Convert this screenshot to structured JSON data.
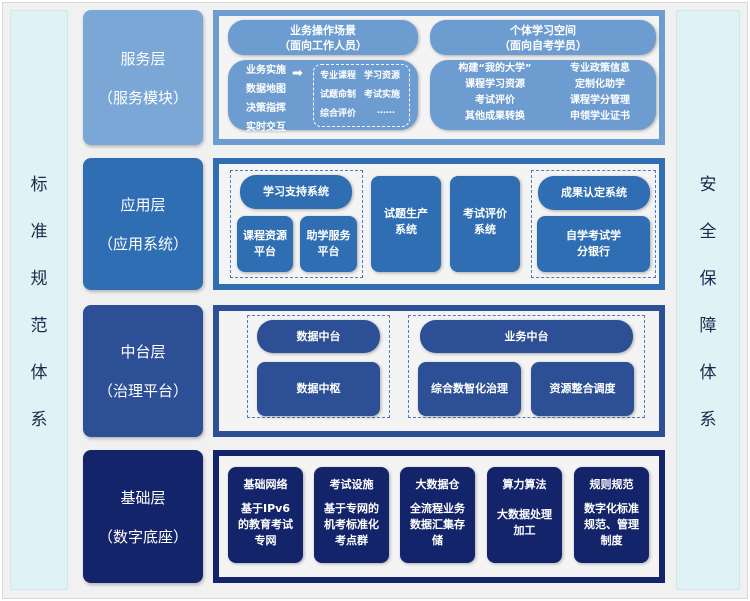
{
  "left_bar": {
    "chars": [
      "标",
      "准",
      "规",
      "范",
      "体",
      "系"
    ]
  },
  "right_bar": {
    "chars": [
      "安",
      "全",
      "保",
      "障",
      "体",
      "系"
    ]
  },
  "layers": [
    {
      "name": "服务层",
      "sub": "（服务模块）"
    },
    {
      "name": "应用层",
      "sub": "（应用系统）"
    },
    {
      "name": "中台层",
      "sub": "（治理平台）"
    },
    {
      "name": "基础层",
      "sub": "（数字底座）"
    }
  ],
  "service": {
    "ops_title": "业务操作场景",
    "ops_sub": "（面向工作人员）",
    "personal_title": "个体学习空间",
    "personal_sub": "（面向自考学员）",
    "ops_list": [
      "业务实施",
      "数据地图",
      "决策指挥",
      "实时交互"
    ],
    "ops_modules": [
      "专业课程",
      "学习资源",
      "试题命制",
      "考试实施",
      "综合评价",
      "……"
    ],
    "personal_items": [
      "构建“我的大学”",
      "专业政策信息",
      "课程学习资源",
      "定制化助学",
      "考试评价",
      "课程学分管理",
      "其他成果转换",
      "申领学业证书"
    ]
  },
  "application": {
    "learning_support": "学习支持系统",
    "course_platform": "课程资源平台",
    "assist_platform": "助学服务平台",
    "question_system": "试题生产系统",
    "exam_eval_system": "考试评价系统",
    "achievement_system": "成果认定系统",
    "credit_bank": "自学考试学分银行"
  },
  "middle": {
    "data_platform": "数据中台",
    "data_hub": "数据中枢",
    "business_platform": "业务中台",
    "governance": "综合数智化治理",
    "resource_dispatch": "资源整合调度"
  },
  "base": [
    {
      "title": "基础网络",
      "desc": "基于IPv6的教育考试专网"
    },
    {
      "title": "考试设施",
      "desc": "基于专网的机考标准化考点群"
    },
    {
      "title": "大数据仓",
      "desc": "全流程业务数据汇集存储"
    },
    {
      "title": "算力算法",
      "desc": "大数据处理加工"
    },
    {
      "title": "规则规范",
      "desc": "数字化标准规范、管理制度"
    }
  ]
}
